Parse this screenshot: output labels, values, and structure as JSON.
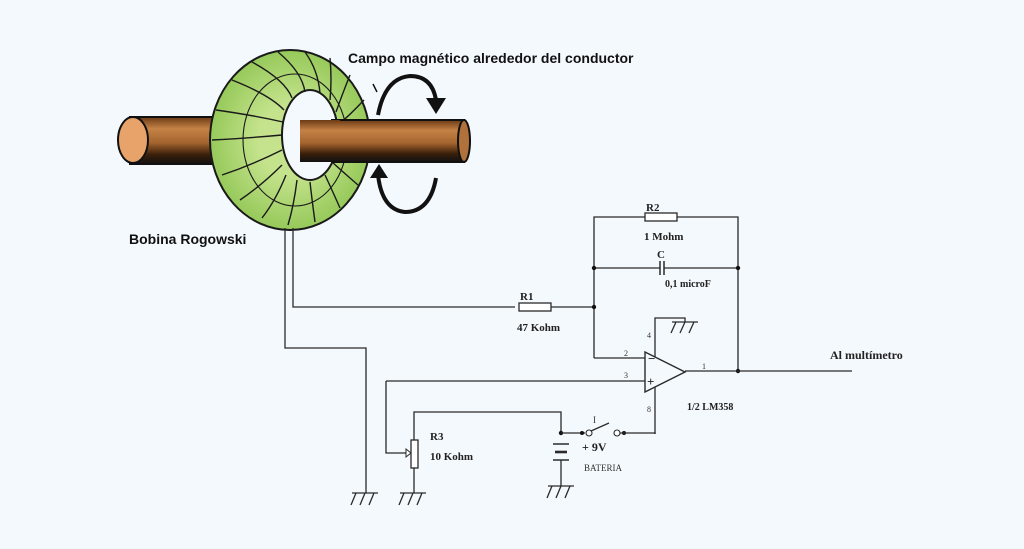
{
  "diagram": {
    "title_field": "Campo magnético alrededor del conductor",
    "coil_label": "Bobina Rogowski",
    "output_label": "Al multímetro",
    "components": {
      "r1": {
        "name": "R1",
        "value": "47 Kohm"
      },
      "r2": {
        "name": "R2",
        "value": "1 Mohm"
      },
      "c": {
        "name": "C",
        "value": "0,1 microF"
      },
      "r3": {
        "name": "R3",
        "value": "10 Kohm"
      },
      "opamp": {
        "name": "1/2 LM358",
        "pin_minus": "2",
        "pin_plus": "3",
        "pin_out": "1",
        "pin_vcc": "4",
        "pin_gnd": "8",
        "minus_sign": "−",
        "plus_sign": "+"
      },
      "switch": {
        "name": "I"
      },
      "battery": {
        "voltage": "+ 9V",
        "name": "BATERIA"
      }
    },
    "colors": {
      "background": "#f4f9fd",
      "coil_green": "#a8d26a",
      "conductor_copper": "#b0713a",
      "wire": "#2a2a2a"
    }
  }
}
